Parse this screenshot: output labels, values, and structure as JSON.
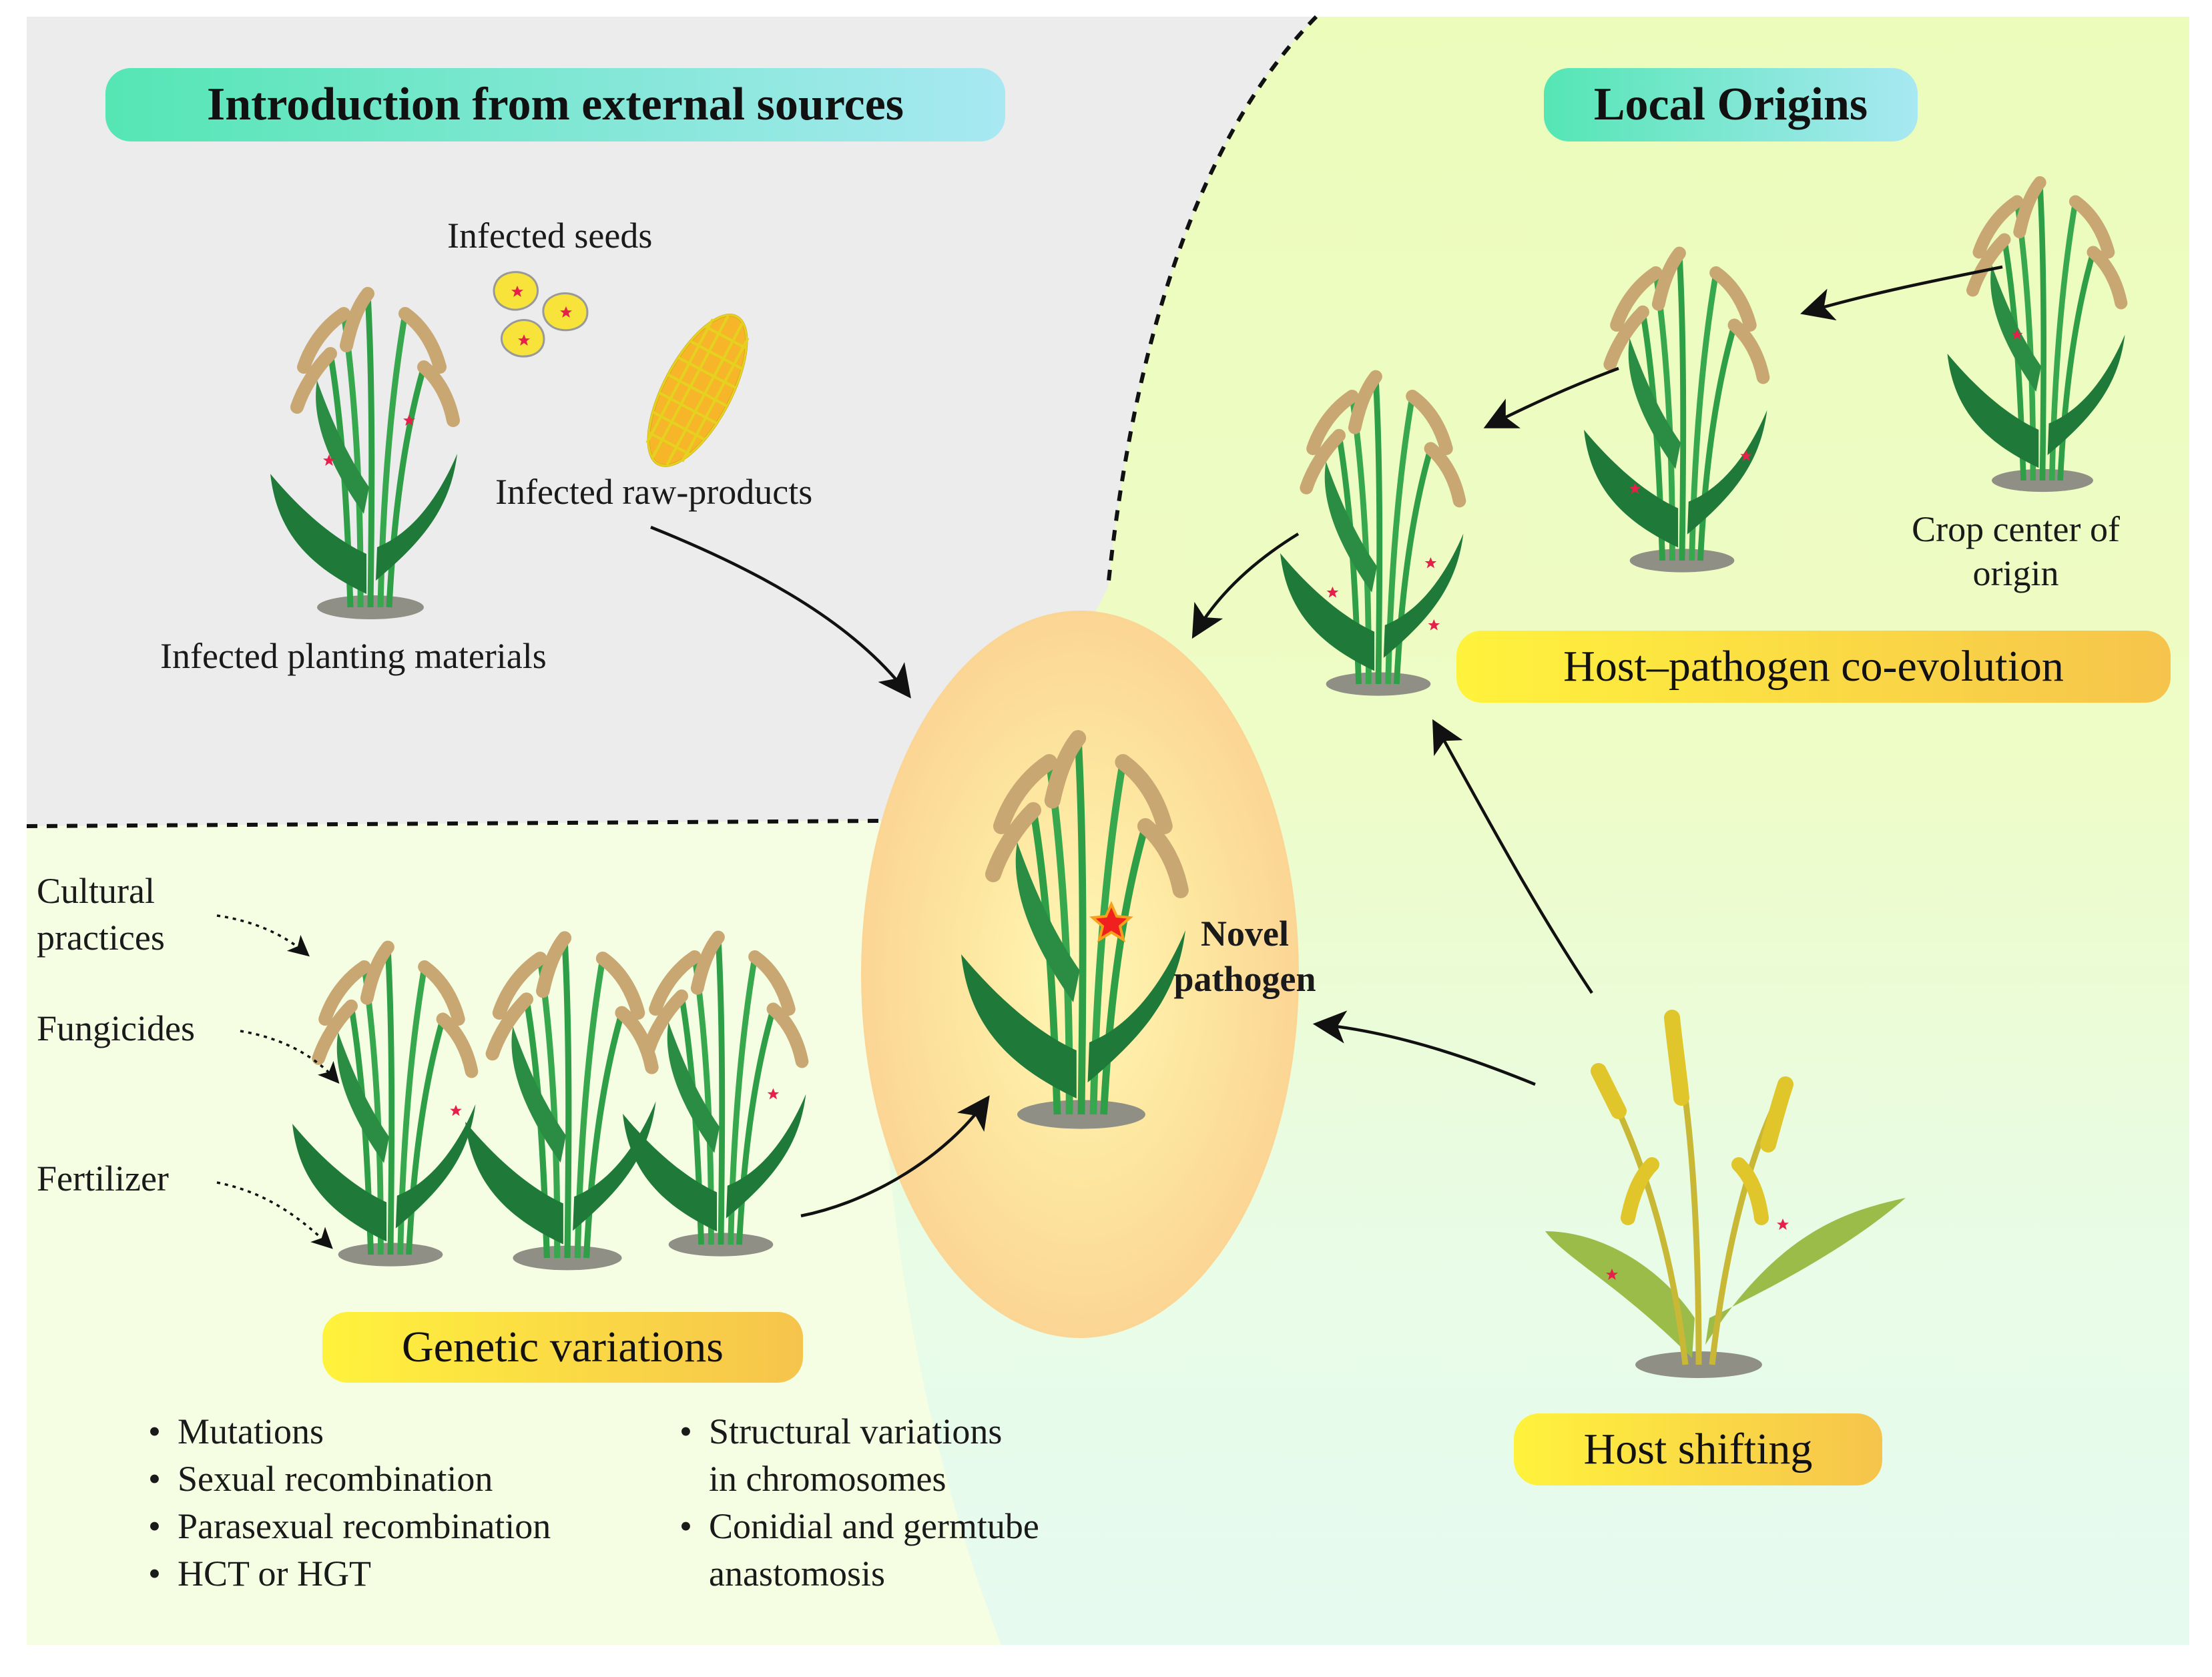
{
  "regions": {
    "external": {
      "heading": "Introduction from external sources",
      "items": {
        "seeds": "Infected seeds",
        "raw_products": "Infected raw-products",
        "planting_materials": "Infected planting materials"
      }
    },
    "local": {
      "heading": "Local Origins",
      "crop_center": [
        "Crop center of",
        "origin"
      ],
      "coevolution": "Host–pathogen co-evolution",
      "host_shifting": "Host shifting"
    },
    "genetic": {
      "heading": "Genetic variations",
      "drivers": {
        "cultural": [
          "Cultural",
          "practices"
        ],
        "fungicides": "Fungicides",
        "fertilizer": "Fertilizer"
      },
      "mechanisms_left": [
        "Mutations",
        "Sexual recombination",
        "Parasexual recombination",
        "HCT or HGT"
      ],
      "mechanisms_right": [
        [
          "Structural variations",
          "in chromosomes"
        ],
        [
          "Conidial and germtube",
          "anastomosis"
        ]
      ]
    },
    "center": {
      "label": [
        "Novel",
        "pathogen"
      ]
    }
  },
  "colors": {
    "external_bg": "#ececec",
    "local_bg": "#eefcc2",
    "genetic_bg": "#f5fde2",
    "center_glow": "#fcd98e",
    "teal_pill": "#55e6b4",
    "yellow_pill": "#fff23c",
    "leaf_dark": "#1f7a3a",
    "leaf_mid": "#2e9e47",
    "grain": "#c8a772",
    "pathogen_mark": "#e6204a"
  },
  "icons": [
    "rice-plant-icon",
    "seed-icon",
    "corn-cob-icon",
    "star-icon",
    "dashed-border",
    "arrow"
  ]
}
